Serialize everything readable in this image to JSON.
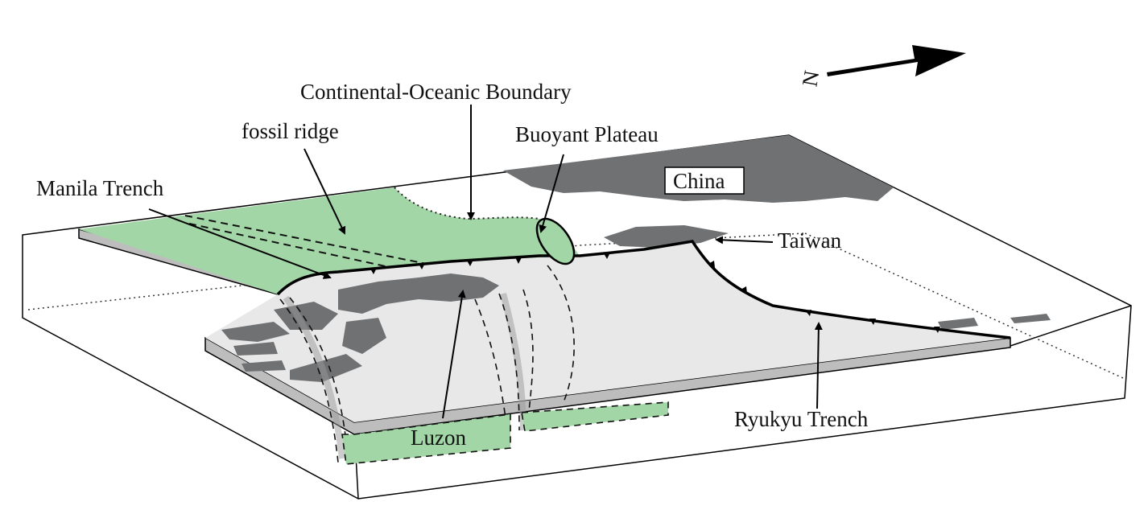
{
  "figure": {
    "labels": {
      "cob": "Continental-Oceanic Boundary",
      "fossil_ridge": "fossil ridge",
      "buoyant_plateau": "Buoyant Plateau",
      "manila_trench": "Manila Trench",
      "china": "China",
      "taiwan": "Taiwan",
      "luzon": "Luzon",
      "ryukyu_trench": "Ryukyu Trench",
      "north": "N"
    },
    "colors": {
      "oceanic_plate": "#a3d6a6",
      "land": "#6f7173",
      "philippine_plate": "#e8e8e8",
      "plate_edge": "#bdbdbd"
    }
  }
}
